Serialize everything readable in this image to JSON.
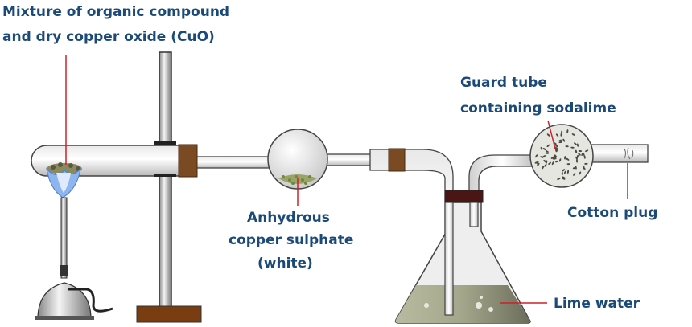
{
  "title": "Detection of carbon and hydrogen in organic compound",
  "labels": {
    "mixture_line1": "Mixture of organic compound",
    "mixture_line2": "and dry copper oxide (CuO)",
    "guard_line1": "Guard tube",
    "guard_line2": "containing sodalime",
    "cotton": "Cotton plug",
    "anhydrous_line1": "Anhydrous",
    "anhydrous_line2": "copper sulphate",
    "anhydrous_line3": "(white)",
    "lime": "Lime water"
  },
  "colors": {
    "label": "#1b4a78",
    "pointer": "#d0202a",
    "cork": "#7a4a22",
    "limewater": "#a9ab8e"
  }
}
